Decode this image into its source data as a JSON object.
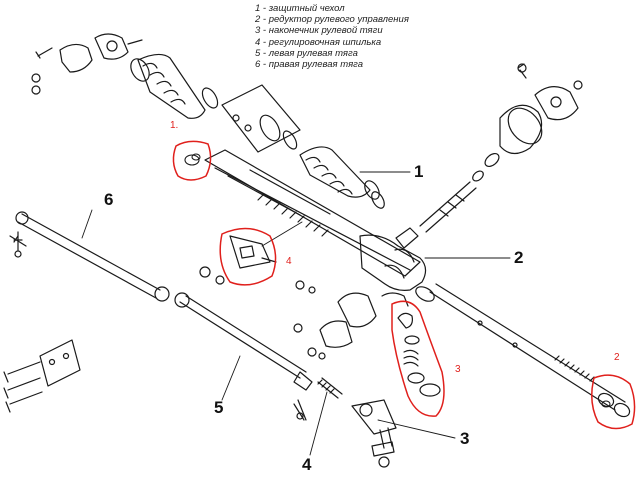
{
  "legend": [
    "1 - защитный чехол",
    "2 - редуктор рулевого управления",
    "3 - наконечник рулевой тяги",
    "4 - регулировочная шпилька",
    "5 - левая рулевая тяга",
    "6 - правая рулевая тяга"
  ],
  "callouts": {
    "c1": "1",
    "c2": "2",
    "c3": "3",
    "c4": "4",
    "c5": "5",
    "c6": "6"
  },
  "red_marks": {
    "r1": "1.",
    "r2": "2",
    "r3": "3",
    "r4": "4"
  },
  "colors": {
    "ink": "#1a1a1a",
    "red": "#e0201c"
  }
}
